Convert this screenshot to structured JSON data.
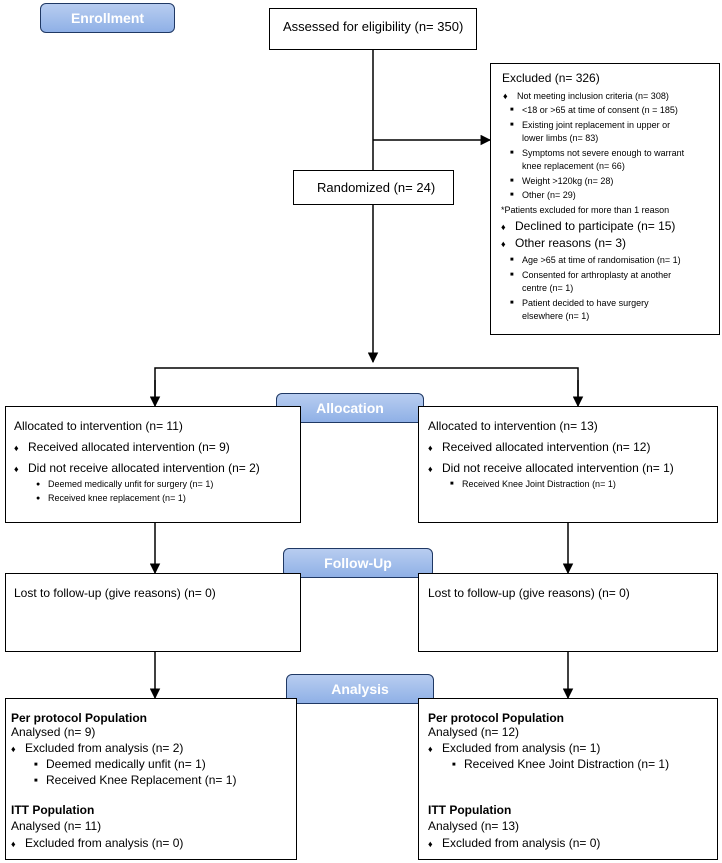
{
  "stages": {
    "enrollment": "Enrollment",
    "allocation": "Allocation",
    "follow_up": "Follow-Up",
    "analysis": "Analysis"
  },
  "assessed": "Assessed for eligibility (n= 350)",
  "randomized": "Randomized (n= 24)",
  "excluded": {
    "title": "Excluded  (n= 326)",
    "not_meeting": "Not meeting inclusion criteria (n= 308)",
    "criteria": [
      "<18 or >65 at time of consent  (n = 185)",
      "Existing joint replacement in upper or",
      "lower limbs (n= 83)",
      "Symptoms not severe enough to warrant",
      "knee replacement (n= 66)",
      "Weight >120kg (n= 28)",
      "Other (n= 29)"
    ],
    "note": "*Patients excluded for more than 1 reason",
    "declined": "Declined to participate (n=  15)",
    "other": "Other reasons (n= 3)",
    "other_reasons": [
      "Age >65 at time of randomisation (n= 1)",
      "Consented for arthroplasty at another",
      "centre (n= 1)",
      "Patient decided to have surgery",
      "elsewhere (n= 1)"
    ]
  },
  "left_alloc": {
    "title": "Allocated to intervention (n= 11)",
    "received": "Received allocated intervention (n= 9)",
    "not_received": "Did not receive allocated intervention (n= 2)",
    "reasons": [
      "Deemed medically unfit for surgery (n= 1)",
      "Received knee replacement (n= 1)"
    ]
  },
  "right_alloc": {
    "title": "Allocated to intervention (n= 13)",
    "received": "Received allocated intervention (n= 12)",
    "not_received": "Did not receive allocated intervention  (n= 1)",
    "reasons": [
      "Received Knee Joint Distraction (n= 1)"
    ]
  },
  "left_follow": "Lost to follow-up (give reasons) (n= 0)",
  "right_follow": "Lost to follow-up (give reasons) (n= 0)",
  "left_analysis": {
    "pp_title": "Per protocol Population",
    "pp_analysed": "Analysed (n= 9)",
    "pp_excluded": "Excluded from analysis (n= 2)",
    "pp_reasons": [
      "Deemed medically unfit (n= 1)",
      "Received Knee Replacement (n= 1)"
    ],
    "itt_title": "ITT Population",
    "itt_analysed": "Analysed (n= 11)",
    "itt_excluded": "Excluded from analysis (n= 0)"
  },
  "right_analysis": {
    "pp_title": "Per protocol Population",
    "pp_analysed": "Analysed (n= 12)",
    "pp_excluded": "Excluded from analysis (n= 1)",
    "pp_reasons": [
      "Received Knee Joint Distraction (n= 1)"
    ],
    "itt_title": "ITT Population",
    "itt_analysed": "Analysed (n= 13)",
    "itt_excluded": "Excluded from analysis (n= 0)"
  }
}
